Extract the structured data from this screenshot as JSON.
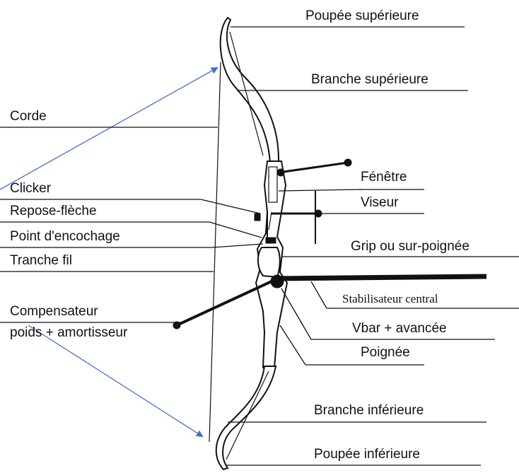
{
  "labels": {
    "poupee_superieure": "Poupée supérieure",
    "branche_superieure": "Branche supérieure",
    "corde": "Corde",
    "fenetre": "Fénêtre",
    "viseur": "Viseur",
    "clicker": "Clicker",
    "repose_fleche": "Repose-flèche",
    "point_encochage": "Point d'encochage",
    "tranche_fil": "Tranche fil",
    "grip": "Grip ou sur-poignée",
    "stabilisateur_central": "Stabilisateur central",
    "compensateur": "Compensateur",
    "compensateur_detail": "poids + amortisseur",
    "vbar": "Vbar + avancée",
    "poignee": "Poignée",
    "branche_inferieure": "Branche inférieure",
    "poupee_inferieure": "Poupée inférieure"
  },
  "colors": {
    "ink": "#111111",
    "arrow": "#4472c4",
    "background": "#ffffff"
  }
}
